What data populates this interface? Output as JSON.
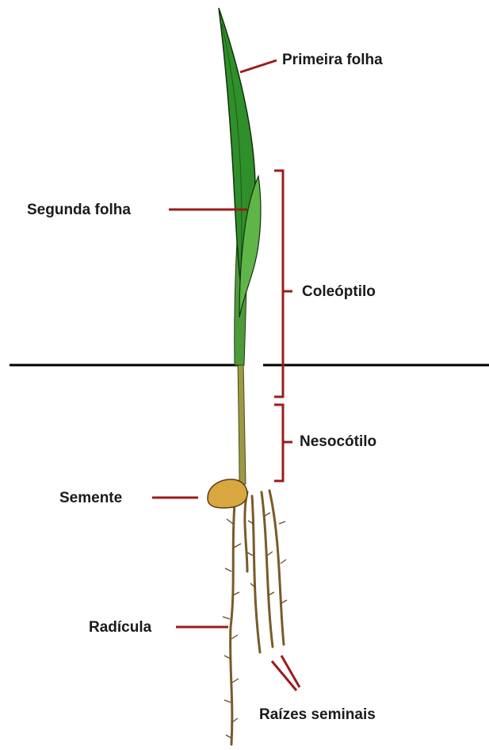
{
  "labels": {
    "primeira_folha": "Primeira folha",
    "segunda_folha": "Segunda folha",
    "coleoptilo": "Coleóptilo",
    "nesocotilo": "Nesocótilo",
    "semente": "Semente",
    "radicula": "Radícula",
    "raizes_seminais": "Raízes seminais"
  },
  "colors": {
    "leader_line": "#9b1c1c",
    "ground_line": "#000000",
    "leaf": "#2f8f2a",
    "leaf_light": "#5fb548",
    "stem": "#8a8a3a",
    "seed": "#d9a640",
    "root": "#8a6a35"
  },
  "icons": [
    "seedling-illustration",
    "seed-icon"
  ]
}
